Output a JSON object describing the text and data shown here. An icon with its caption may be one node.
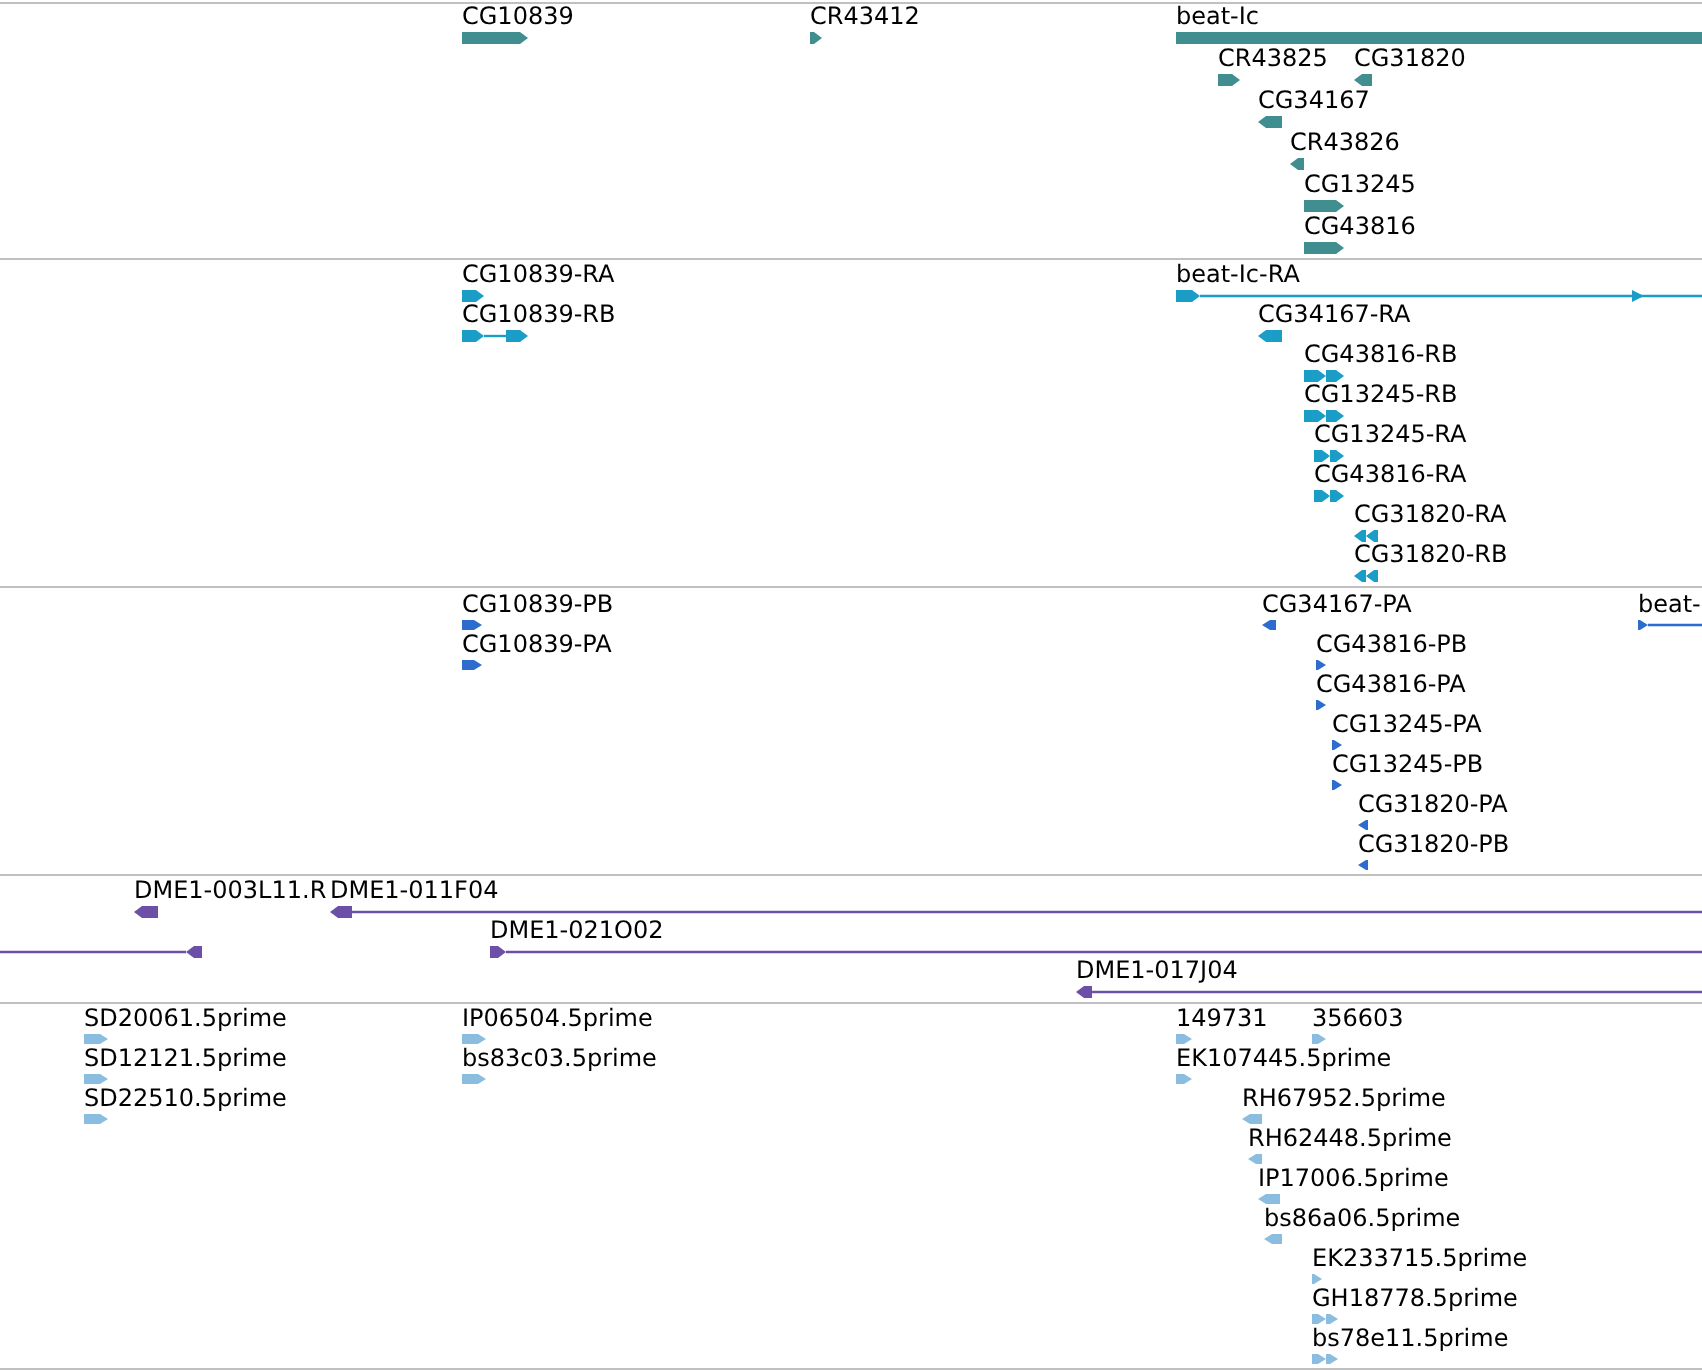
{
  "diagram": {
    "nodes": [
      {
        "text": [
          "CG10839"
        ]
      },
      {
        "text": [
          "CR43412"
        ]
      },
      {
        "text": [
          "beat-Ic"
        ]
      },
      {
        "text": [
          "CR43825"
        ]
      },
      {
        "text": [
          "CG31820"
        ]
      },
      {
        "text": [
          "CG34167"
        ]
      },
      {
        "text": [
          "CR43826"
        ]
      },
      {
        "text": [
          "CG13245"
        ]
      },
      {
        "text": [
          "CG43816"
        ]
      },
      {
        "text": [
          "CG10839-RA"
        ]
      },
      {
        "text": [
          "beat-Ic-RA"
        ]
      },
      {
        "text": [
          "CG10839-RB"
        ]
      },
      {
        "text": [
          "CG34167-RA"
        ]
      },
      {
        "text": [
          "CG43816-RB"
        ]
      },
      {
        "text": [
          "CG13245-RB"
        ]
      },
      {
        "text": [
          "CG13245-RA"
        ]
      },
      {
        "text": [
          "CG43816-RA"
        ]
      },
      {
        "text": [
          "CG31820-RA"
        ]
      },
      {
        "text": [
          "CG31820-RB"
        ]
      },
      {
        "text": [
          "CG10839-PB"
        ]
      },
      {
        "text": [
          "CG34167-PA"
        ]
      },
      {
        "text": [
          "beat-"
        ]
      },
      {
        "text": [
          "CG10839-PA"
        ]
      },
      {
        "text": [
          "CG43816-PB"
        ]
      },
      {
        "text": [
          "CG43816-PA"
        ]
      },
      {
        "text": [
          "CG13245-PA"
        ]
      },
      {
        "text": [
          "CG13245-PB"
        ]
      },
      {
        "text": [
          "CG31820-PA"
        ]
      },
      {
        "text": [
          "CG31820-PB"
        ]
      },
      {
        "text": [
          "DME1-003L11.R"
        ]
      },
      {
        "text": [
          "DME1-011F04"
        ]
      },
      {
        "text": [],
        "shape": "bar"
      },
      {
        "text": [
          "DME1-021O02"
        ]
      },
      {
        "text": [
          "DME1-017J04"
        ]
      },
      {
        "text": [
          "SD20061.5prime"
        ]
      },
      {
        "text": [
          "IP06504.5prime"
        ]
      },
      {
        "text": [
          "149731"
        ]
      },
      {
        "text": [
          "356603"
        ]
      },
      {
        "text": [
          "SD12121.5prime"
        ]
      },
      {
        "text": [
          "bs83c03.5prime"
        ]
      },
      {
        "text": [
          "EK107445.5prime"
        ]
      },
      {
        "text": [
          "SD22510.5prime"
        ]
      },
      {
        "text": [
          "RH67952.5prime"
        ]
      },
      {
        "text": [
          "RH62448.5prime"
        ]
      },
      {
        "text": [
          "IP17006.5prime"
        ]
      },
      {
        "text": [
          "bs86a06.5prime"
        ]
      },
      {
        "text": [
          "EK233715.5prime"
        ]
      },
      {
        "text": [
          "GH18778.5prime"
        ]
      },
      {
        "text": [
          "bs78e11.5prime"
        ]
      }
    ]
  }
}
